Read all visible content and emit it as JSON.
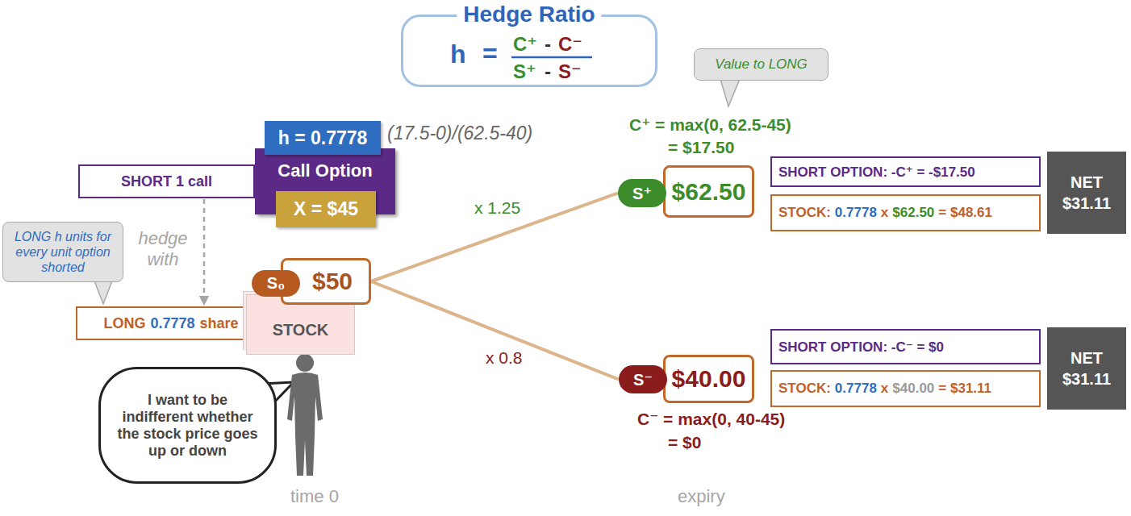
{
  "diagram": {
    "nodes": [
      {
        "text": [
          "Hedge Ratio",
          "h",
          "=",
          "C⁺",
          "-",
          "C⁻",
          "S⁺",
          "-",
          "S⁻"
        ]
      },
      {
        "text": [
          "SHORT 1 call"
        ]
      },
      {
        "text": [
          "Call Option"
        ]
      },
      {
        "text": [
          "h = 0.7778"
        ],
        "in": 2
      },
      {
        "text": [
          "X = $45"
        ],
        "in": 2
      },
      {
        "text": [
          "LONG h units for every unit option shorted"
        ]
      },
      {
        "text": [
          "LONG",
          "0.7778",
          "share"
        ]
      },
      {
        "text": [
          "STOCK"
        ]
      },
      {
        "text": [
          "S₀"
        ]
      },
      {
        "text": [
          "$50"
        ]
      },
      {
        "text": [
          "I want to be indifferent whether the stock price goes up or down"
        ]
      },
      {
        "text": [
          "Value to LONG"
        ]
      },
      {
        "text": [
          "S⁺"
        ]
      },
      {
        "text": [
          "$62.50"
        ]
      },
      {
        "text": [
          "SHORT OPTION: -C⁺ = -$17.50"
        ]
      },
      {
        "text": [
          "STOCK:",
          "0.7778",
          "x",
          "$62.50",
          "= $48.61"
        ]
      },
      {
        "text": [
          "NET",
          "$31.11"
        ]
      },
      {
        "text": [
          "S⁻"
        ]
      },
      {
        "text": [
          "$40.00"
        ]
      },
      {
        "text": [
          "SHORT OPTION: -C⁻ = $0"
        ]
      },
      {
        "text": [
          "STOCK:",
          "0.7778",
          "x",
          "$40.00",
          "= $31.11"
        ]
      },
      {
        "text": [
          "NET",
          "$31.11"
        ]
      }
    ],
    "edges": [
      {
        "from": 1,
        "to": 6,
        "arrow": "to",
        "label": "hedge with"
      },
      {
        "from": 9,
        "to": 12,
        "arrow": "none",
        "label": "x 1.25"
      },
      {
        "from": 9,
        "to": 17,
        "arrow": "none",
        "label": "x 0.8"
      }
    ],
    "labels": [
      "(17.5-0)/(62.5-40)",
      "C⁺ = max(0, 62.5-45)",
      "= $17.50",
      "C⁻ = max(0, 40-45)",
      "= $0",
      "time 0",
      "expiry"
    ]
  }
}
